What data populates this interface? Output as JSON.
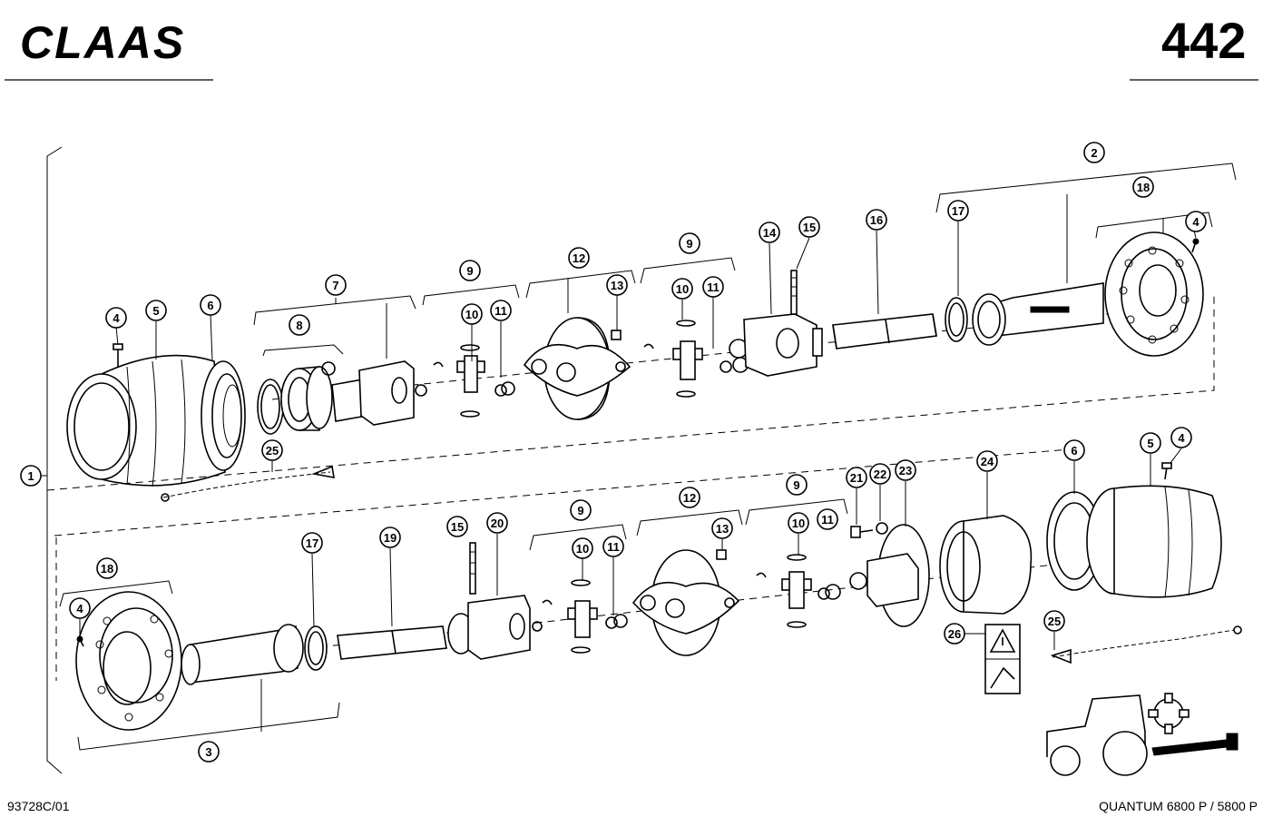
{
  "header": {
    "brand": "CLAAS",
    "page_number": "442"
  },
  "footer": {
    "drawing_code": "93728C/01",
    "model": "QUANTUM 6800 P / 5800 P"
  },
  "callouts": [
    {
      "id": "1",
      "label": "1"
    },
    {
      "id": "2",
      "label": "2"
    },
    {
      "id": "3",
      "label": "3"
    },
    {
      "id": "4a",
      "label": "4"
    },
    {
      "id": "5a",
      "label": "5"
    },
    {
      "id": "6a",
      "label": "6"
    },
    {
      "id": "7",
      "label": "7"
    },
    {
      "id": "8",
      "label": "8"
    },
    {
      "id": "9a",
      "label": "9"
    },
    {
      "id": "10a",
      "label": "10"
    },
    {
      "id": "11a",
      "label": "11"
    },
    {
      "id": "12a",
      "label": "12"
    },
    {
      "id": "13a",
      "label": "13"
    },
    {
      "id": "9b",
      "label": "9"
    },
    {
      "id": "10b",
      "label": "10"
    },
    {
      "id": "11b",
      "label": "11"
    },
    {
      "id": "14",
      "label": "14"
    },
    {
      "id": "15a",
      "label": "15"
    },
    {
      "id": "16",
      "label": "16"
    },
    {
      "id": "17a",
      "label": "17"
    },
    {
      "id": "18a",
      "label": "18"
    },
    {
      "id": "4b",
      "label": "4"
    },
    {
      "id": "25a",
      "label": "25"
    },
    {
      "id": "18b",
      "label": "18"
    },
    {
      "id": "4c",
      "label": "4"
    },
    {
      "id": "17b",
      "label": "17"
    },
    {
      "id": "19",
      "label": "19"
    },
    {
      "id": "15b",
      "label": "15"
    },
    {
      "id": "20",
      "label": "20"
    },
    {
      "id": "9c",
      "label": "9"
    },
    {
      "id": "10c",
      "label": "10"
    },
    {
      "id": "11c",
      "label": "11"
    },
    {
      "id": "12b",
      "label": "12"
    },
    {
      "id": "13b",
      "label": "13"
    },
    {
      "id": "9d",
      "label": "9"
    },
    {
      "id": "10d",
      "label": "10"
    },
    {
      "id": "11d",
      "label": "11"
    },
    {
      "id": "21",
      "label": "21"
    },
    {
      "id": "22",
      "label": "22"
    },
    {
      "id": "23",
      "label": "23"
    },
    {
      "id": "24",
      "label": "24"
    },
    {
      "id": "6b",
      "label": "6"
    },
    {
      "id": "5b",
      "label": "5"
    },
    {
      "id": "4d",
      "label": "4"
    },
    {
      "id": "25b",
      "label": "25"
    },
    {
      "id": "26",
      "label": "26"
    }
  ]
}
